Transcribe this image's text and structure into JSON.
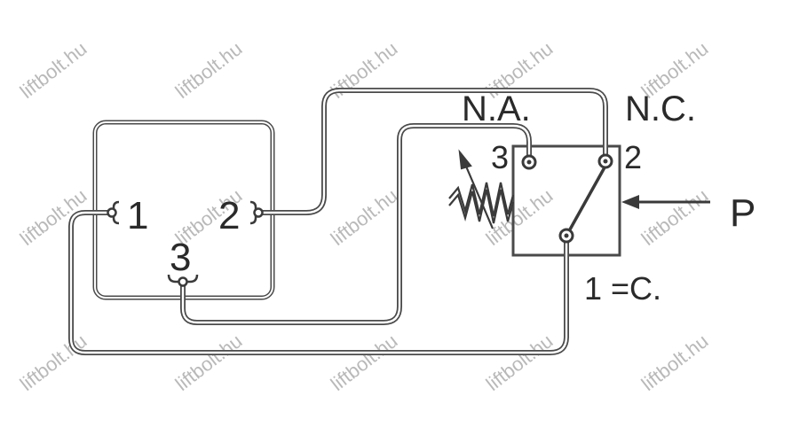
{
  "watermark": {
    "text": "liftbolt.hu"
  },
  "device": {
    "terminal_1": "1",
    "terminal_2": "2",
    "terminal_3": "3"
  },
  "switch": {
    "na_label": "N.A.",
    "nc_label": "N.C.",
    "terminal_3": "3",
    "terminal_2": "2",
    "common_label": "1 =C.",
    "pressure_label": "P"
  },
  "colors": {
    "wire": "#4a4a4a",
    "text": "#2a2a2a",
    "watermark": "#b9b9b9"
  }
}
